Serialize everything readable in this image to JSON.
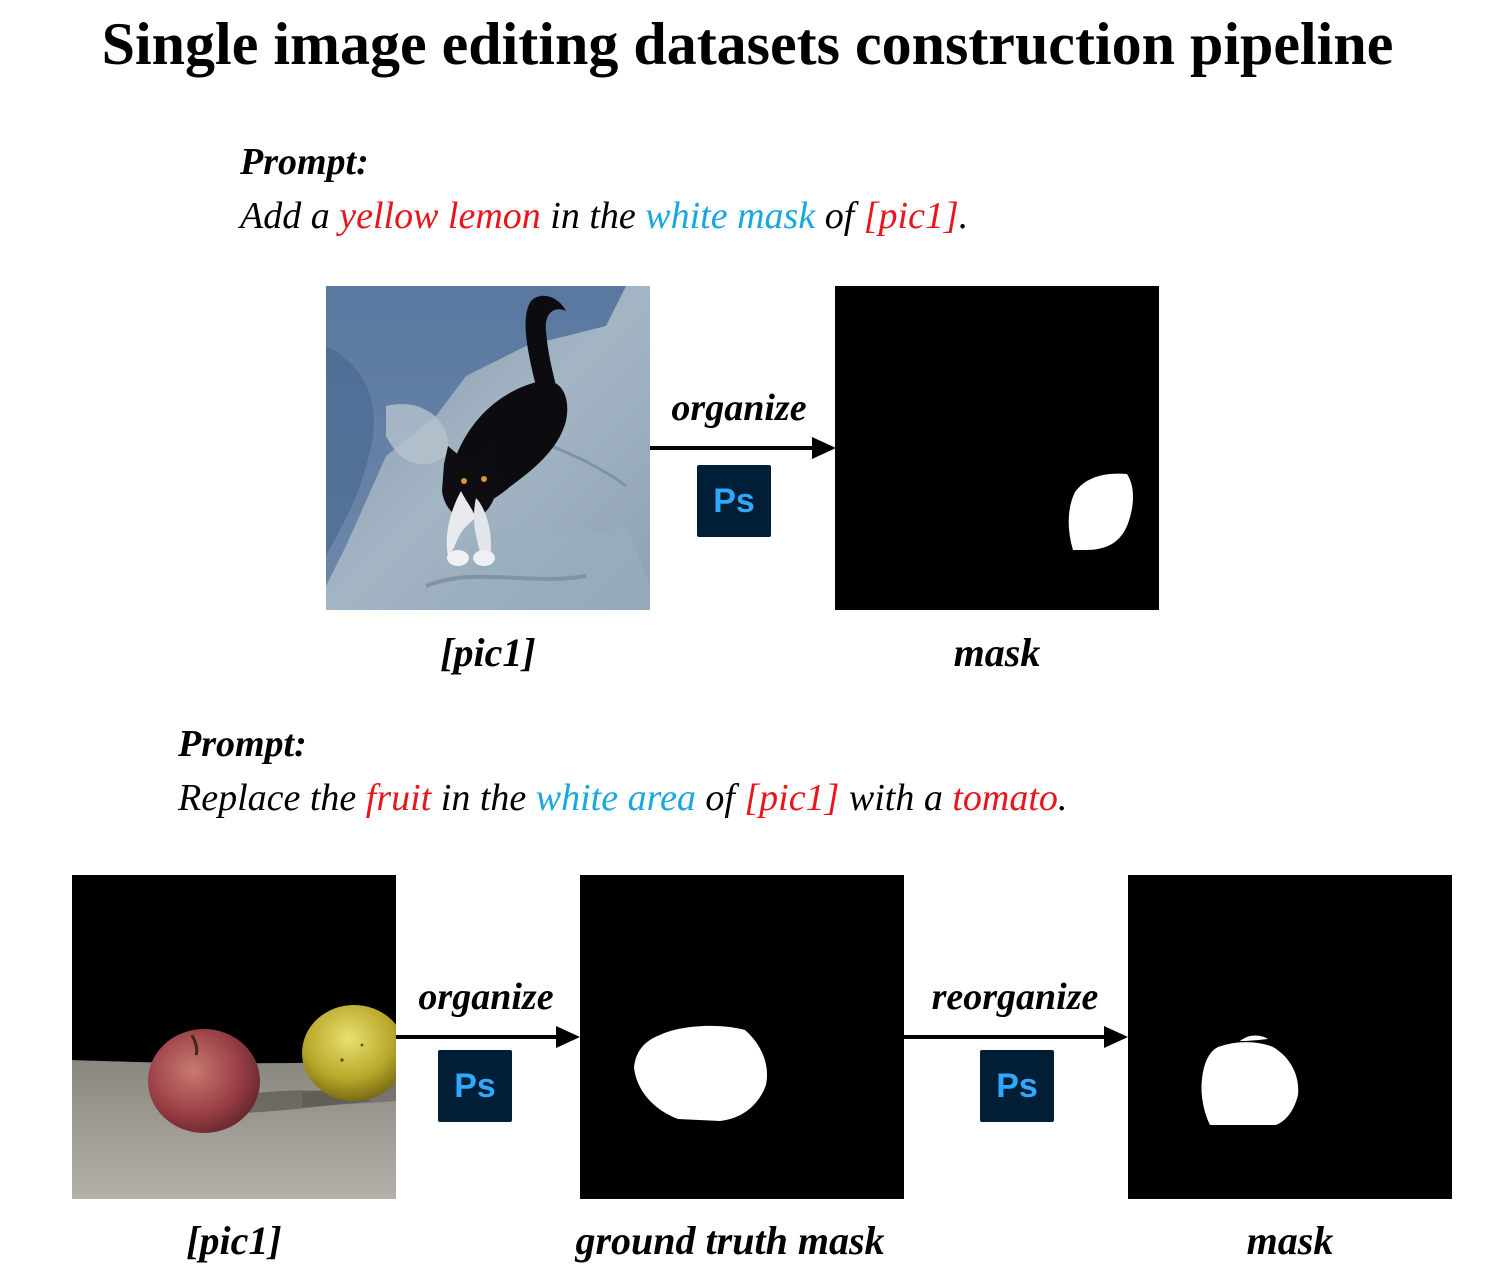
{
  "title": "Single image editing datasets construction pipeline",
  "section1": {
    "prompt_label": "Prompt:",
    "prompt_parts": [
      "Add a ",
      "yellow lemon",
      " in the ",
      "white mask",
      " of ",
      "[pic1]",
      "."
    ],
    "arrow_label": "organize",
    "ps_label": "Ps",
    "captions": [
      "[pic1]",
      "mask"
    ]
  },
  "section2": {
    "prompt_label": "Prompt:",
    "prompt_parts": [
      "Replace the ",
      "fruit",
      " in the ",
      "white area",
      " of ",
      "[pic1]",
      " with a ",
      "tomato",
      "."
    ],
    "arrow_labels": [
      "organize",
      "reorganize"
    ],
    "ps_label": "Ps",
    "captions": [
      "[pic1]",
      "ground truth mask",
      "mask"
    ]
  },
  "colors": {
    "highlight_red": "#e8161c",
    "highlight_blue": "#19a7e0",
    "ps_background": "#001e36",
    "ps_text": "#31a8ff"
  }
}
